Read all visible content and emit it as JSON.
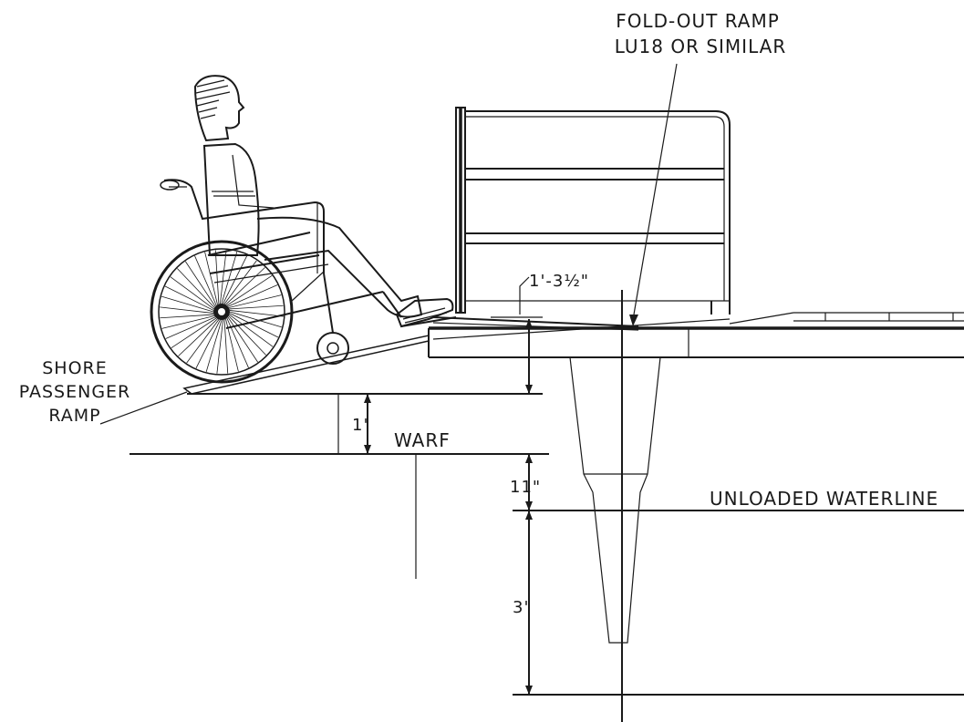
{
  "labels": {
    "ramp_line1": "FOLD-OUT RAMP",
    "ramp_line2": "LU18 OR SIMILAR",
    "shore_line1": "SHORE",
    "shore_line2": "PASSENGER",
    "shore_line3": "RAMP",
    "warf": "WARF",
    "waterline": "UNLOADED WATERLINE"
  },
  "dimensions": {
    "ramp_height": "1'-3½\"",
    "warf_step": "1'",
    "freeboard": "11\"",
    "draft": "3'"
  },
  "colors": {
    "ink": "#1a1a1a",
    "paper": "#ffffff"
  }
}
